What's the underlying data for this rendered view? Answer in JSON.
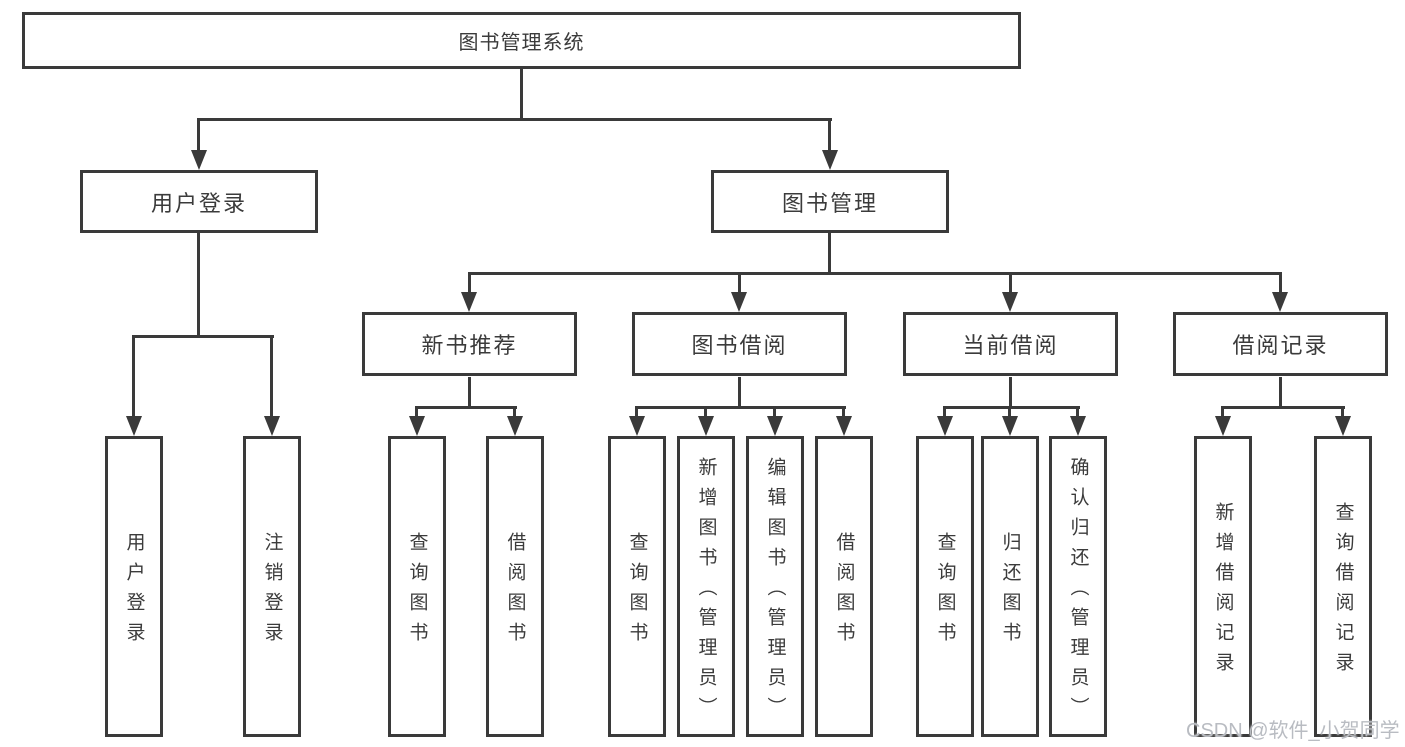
{
  "tree": {
    "label": "图书管理系统",
    "children": [
      {
        "label": "用户登录",
        "children": [
          {
            "label": "用户登录"
          },
          {
            "label": "注销登录"
          }
        ]
      },
      {
        "label": "图书管理",
        "children": [
          {
            "label": "新书推荐",
            "children": [
              {
                "label": "查询图书"
              },
              {
                "label": "借阅图书"
              }
            ]
          },
          {
            "label": "图书借阅",
            "children": [
              {
                "label": "查询图书"
              },
              {
                "label": "新增图书（管理员）"
              },
              {
                "label": "编辑图书（管理员）"
              },
              {
                "label": "借阅图书"
              }
            ]
          },
          {
            "label": "当前借阅",
            "children": [
              {
                "label": "查询图书"
              },
              {
                "label": "归还图书"
              },
              {
                "label": "确认归还（管理员）"
              }
            ]
          },
          {
            "label": "借阅记录",
            "children": [
              {
                "label": "新增借阅记录"
              },
              {
                "label": "查询借阅记录"
              }
            ]
          }
        ]
      }
    ]
  },
  "watermark": {
    "text": "CSDN @软件_小贺同学"
  },
  "colors": {
    "line": "#3a3a3a",
    "text": "#3b3b3b",
    "bg": "#ffffff",
    "watermark": "#b9bcc2"
  }
}
